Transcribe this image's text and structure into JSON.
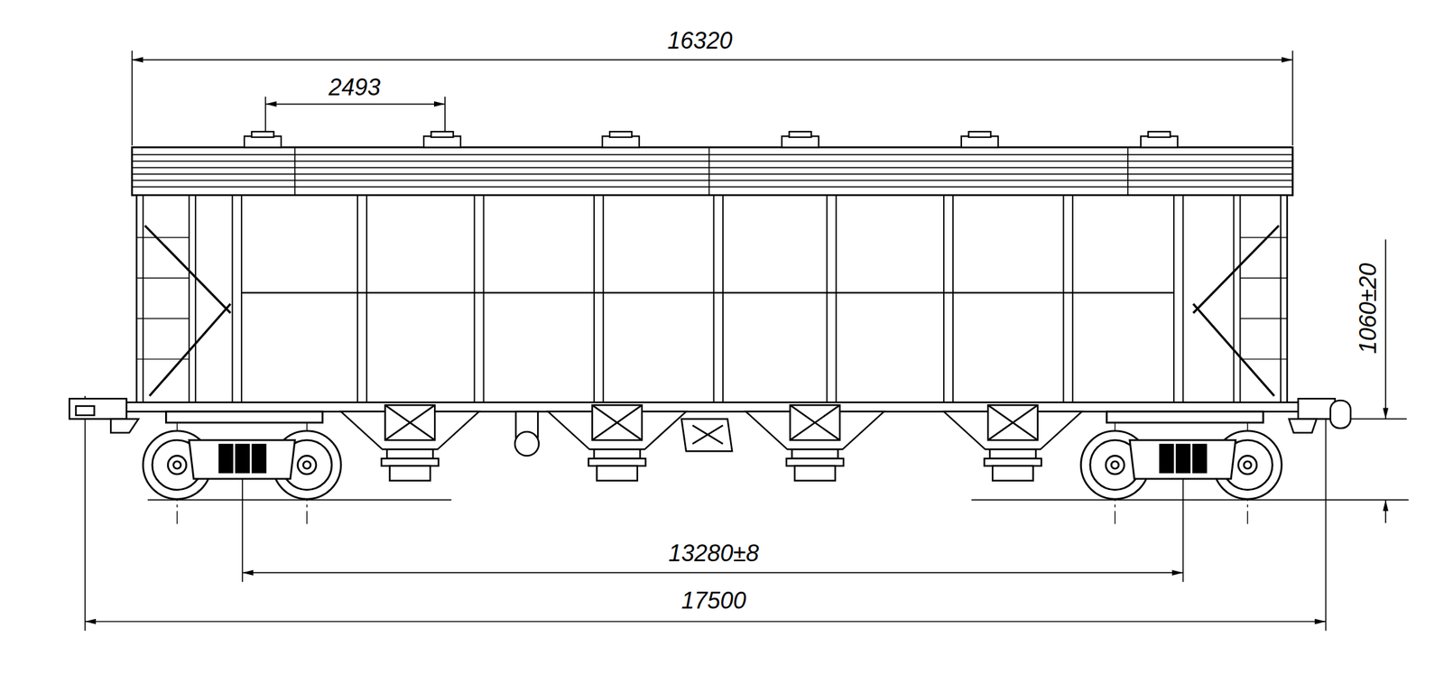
{
  "diagram": {
    "labels": [
      "16320",
      "2493",
      "1060±20",
      "13280±8",
      "17500"
    ]
  }
}
